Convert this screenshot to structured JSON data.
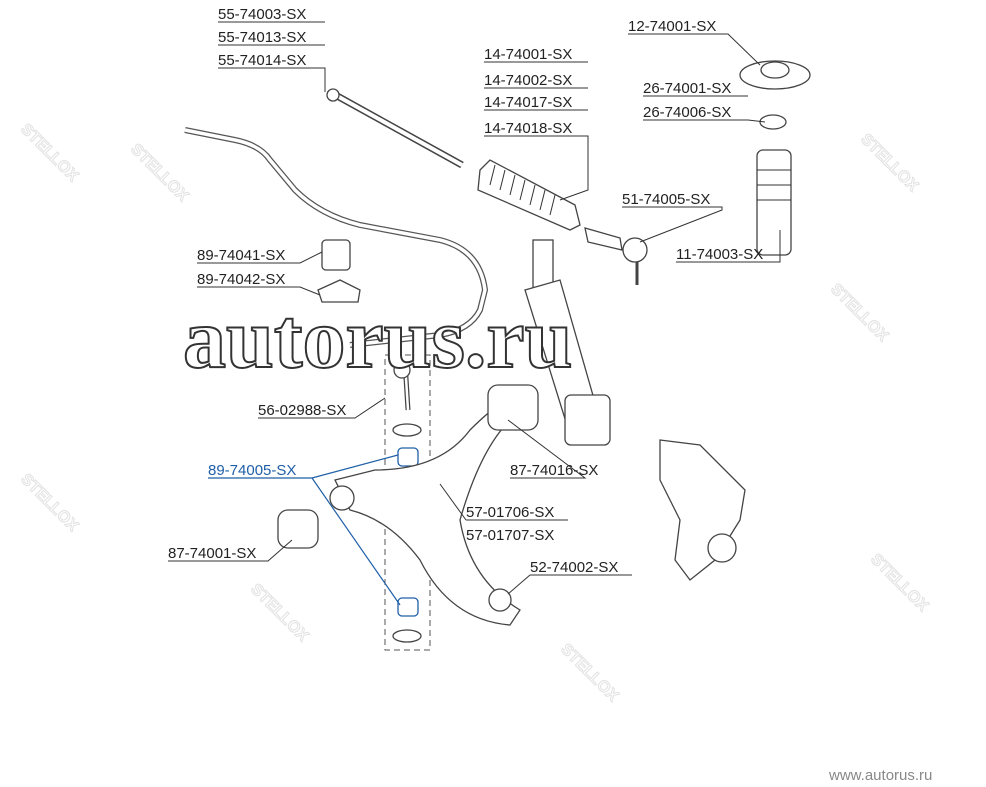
{
  "labels": {
    "l55_74003": "55-74003-SX",
    "l55_74013": "55-74013-SX",
    "l55_74014": "55-74014-SX",
    "l14_74001": "14-74001-SX",
    "l14_74002": "14-74002-SX",
    "l14_74017": "14-74017-SX",
    "l14_74018": "14-74018-SX",
    "l12_74001": "12-74001-SX",
    "l26_74001": "26-74001-SX",
    "l26_74006": "26-74006-SX",
    "l51_74005": "51-74005-SX",
    "l11_74003": "11-74003-SX",
    "l89_74041": "89-74041-SX",
    "l89_74042": "89-74042-SX",
    "l56_02988": "56-02988-SX",
    "l89_74005": "89-74005-SX",
    "l87_74016": "87-74016-SX",
    "l57_01706": "57-01706-SX",
    "l57_01707": "57-01707-SX",
    "l87_74001": "87-74001-SX",
    "l52_74002": "52-74002-SX"
  },
  "highlight_color": "#1f5fa8",
  "watermark": {
    "brand": "STELLOX",
    "site": "autorus.ru",
    "footer": "www.autorus.ru"
  }
}
